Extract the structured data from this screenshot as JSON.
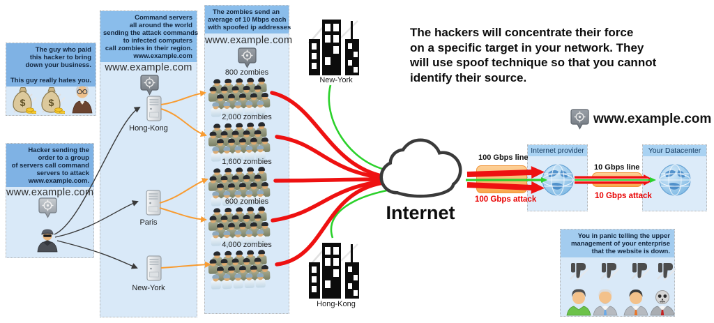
{
  "headline": {
    "lines": [
      "The hackers will concentrate their force",
      "on a specific target in your network. They",
      "will use spoof technique so that you cannot",
      "identify their source."
    ]
  },
  "internet_label": "Internet",
  "target_site_label": "www.example.com",
  "icons": {
    "money_symbol": "$"
  },
  "boxes": {
    "payer": {
      "header_lines": [
        "The guy who paid",
        "this hacker to bring",
        "down your business.",
        "",
        "This guy really hates you."
      ]
    },
    "hacker": {
      "header_lines": [
        "Hacker sending the",
        "order to a group",
        "of servers call command",
        "servers to attack",
        "www.example.com."
      ],
      "site_label": "www.example.com"
    },
    "command": {
      "header_lines": [
        "Command servers",
        "all around the world",
        "sending the attack commands",
        "to infected computers",
        "call zombies in their region.",
        "www.example.com"
      ],
      "site_label": "www.example.com",
      "servers": [
        {
          "label": "Hong-Kong"
        },
        {
          "label": "Paris"
        },
        {
          "label": "New-York"
        }
      ]
    },
    "zombies": {
      "header_lines": [
        "The zombies send an",
        "average of 10 Mbps each",
        "with spoofed ip addresses"
      ],
      "site_label": "www.example.com",
      "groups": [
        {
          "label": "800 zombies"
        },
        {
          "label": "2,000 zombies"
        },
        {
          "label": "1,600 zombies"
        },
        {
          "label": "600 zombies"
        },
        {
          "label": "4,000 zombies"
        }
      ]
    },
    "panic": {
      "header_lines": [
        "You in panic telling the upper",
        "management of your enterprise",
        "that the website is down."
      ]
    }
  },
  "buildings": [
    {
      "label": "New-York"
    },
    {
      "label": "Hong-Kong"
    }
  ],
  "provider": {
    "title": "Internet provider"
  },
  "datacenter": {
    "title": "Your Datacenter"
  },
  "links": {
    "provider_line": "100 Gbps line",
    "provider_attack": "100 Gbps attack",
    "datacenter_line": "10 Gbps line",
    "datacenter_attack": "10 Gbps attack"
  },
  "colors": {
    "attack_red": "#ee1111",
    "traffic_green": "#2bd12b",
    "command_orange": "#f89c32",
    "band_orange": "#f9a94e",
    "box_header_blue": "#7fb2e4",
    "box_body_blue": "#d9e9f8",
    "subbox_header_blue": "#a9d2f2"
  }
}
